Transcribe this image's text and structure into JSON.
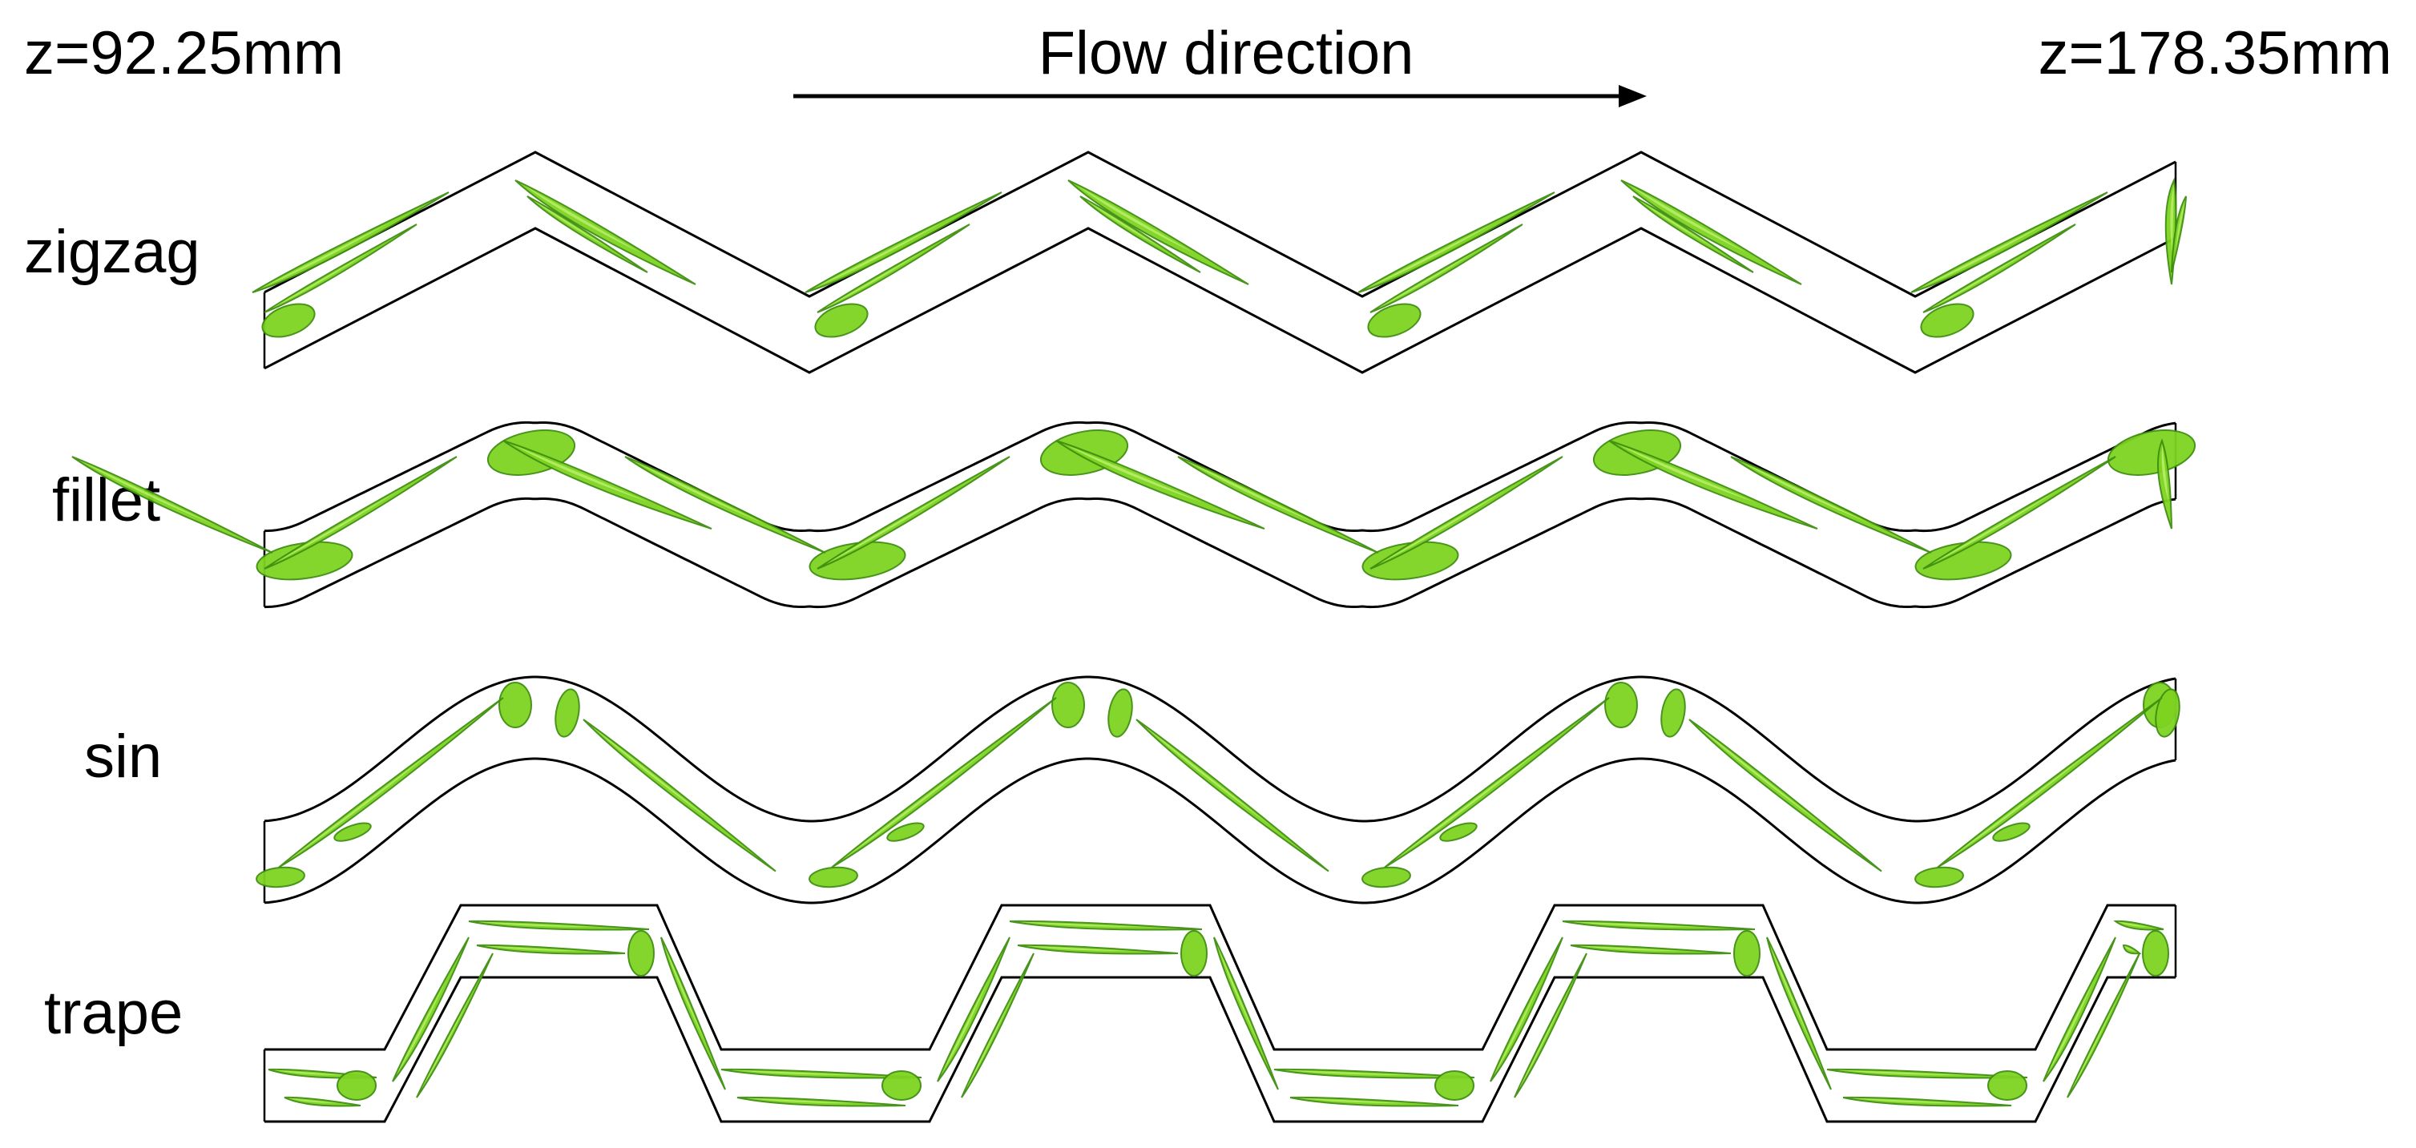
{
  "header": {
    "z_start": "z=92.25mm",
    "flow_label": "Flow direction",
    "z_end": "z=178.35mm"
  },
  "channels": [
    {
      "id": "zigzag",
      "label": "zigzag"
    },
    {
      "id": "fillet",
      "label": "fillet"
    },
    {
      "id": "sin",
      "label": "sin"
    },
    {
      "id": "trape",
      "label": "trape"
    }
  ],
  "colors": {
    "isosurface": "#7ed321",
    "isosurface_edge": "#3f8f10",
    "wall": "#000000"
  }
}
